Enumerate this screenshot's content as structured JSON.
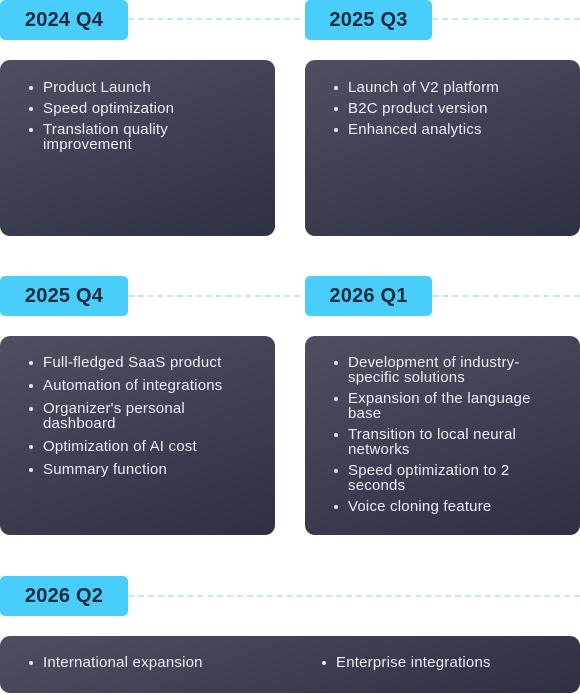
{
  "roadmap": {
    "q2024_4": {
      "label": "2024 Q4",
      "items": [
        "Product Launch",
        "Speed optimization",
        "Translation quality improvement"
      ]
    },
    "q2025_3": {
      "label": "2025 Q3",
      "items": [
        "Launch of V2 platform",
        "B2C product version",
        "Enhanced analytics"
      ]
    },
    "q2025_4": {
      "label": "2025 Q4",
      "items": [
        "Full-fledged SaaS product",
        "Automation of integrations",
        "Organizer's personal dashboard",
        "Optimization of AI cost",
        "Summary function"
      ]
    },
    "q2026_1": {
      "label": "2026 Q1",
      "items": [
        "Development of industry-specific solutions",
        "Expansion of the language base",
        "Transition to local neural networks",
        "Speed optimization to 2 seconds",
        "Voice cloning feature"
      ]
    },
    "q2026_2": {
      "label": "2026 Q2",
      "items": [
        "International expansion",
        "Enterprise integrations"
      ]
    }
  },
  "colors": {
    "badge": "#49cdfa",
    "badge_text": "#1b2a3d",
    "card": "#3f4154",
    "dashed_line": "#bde9fa"
  }
}
